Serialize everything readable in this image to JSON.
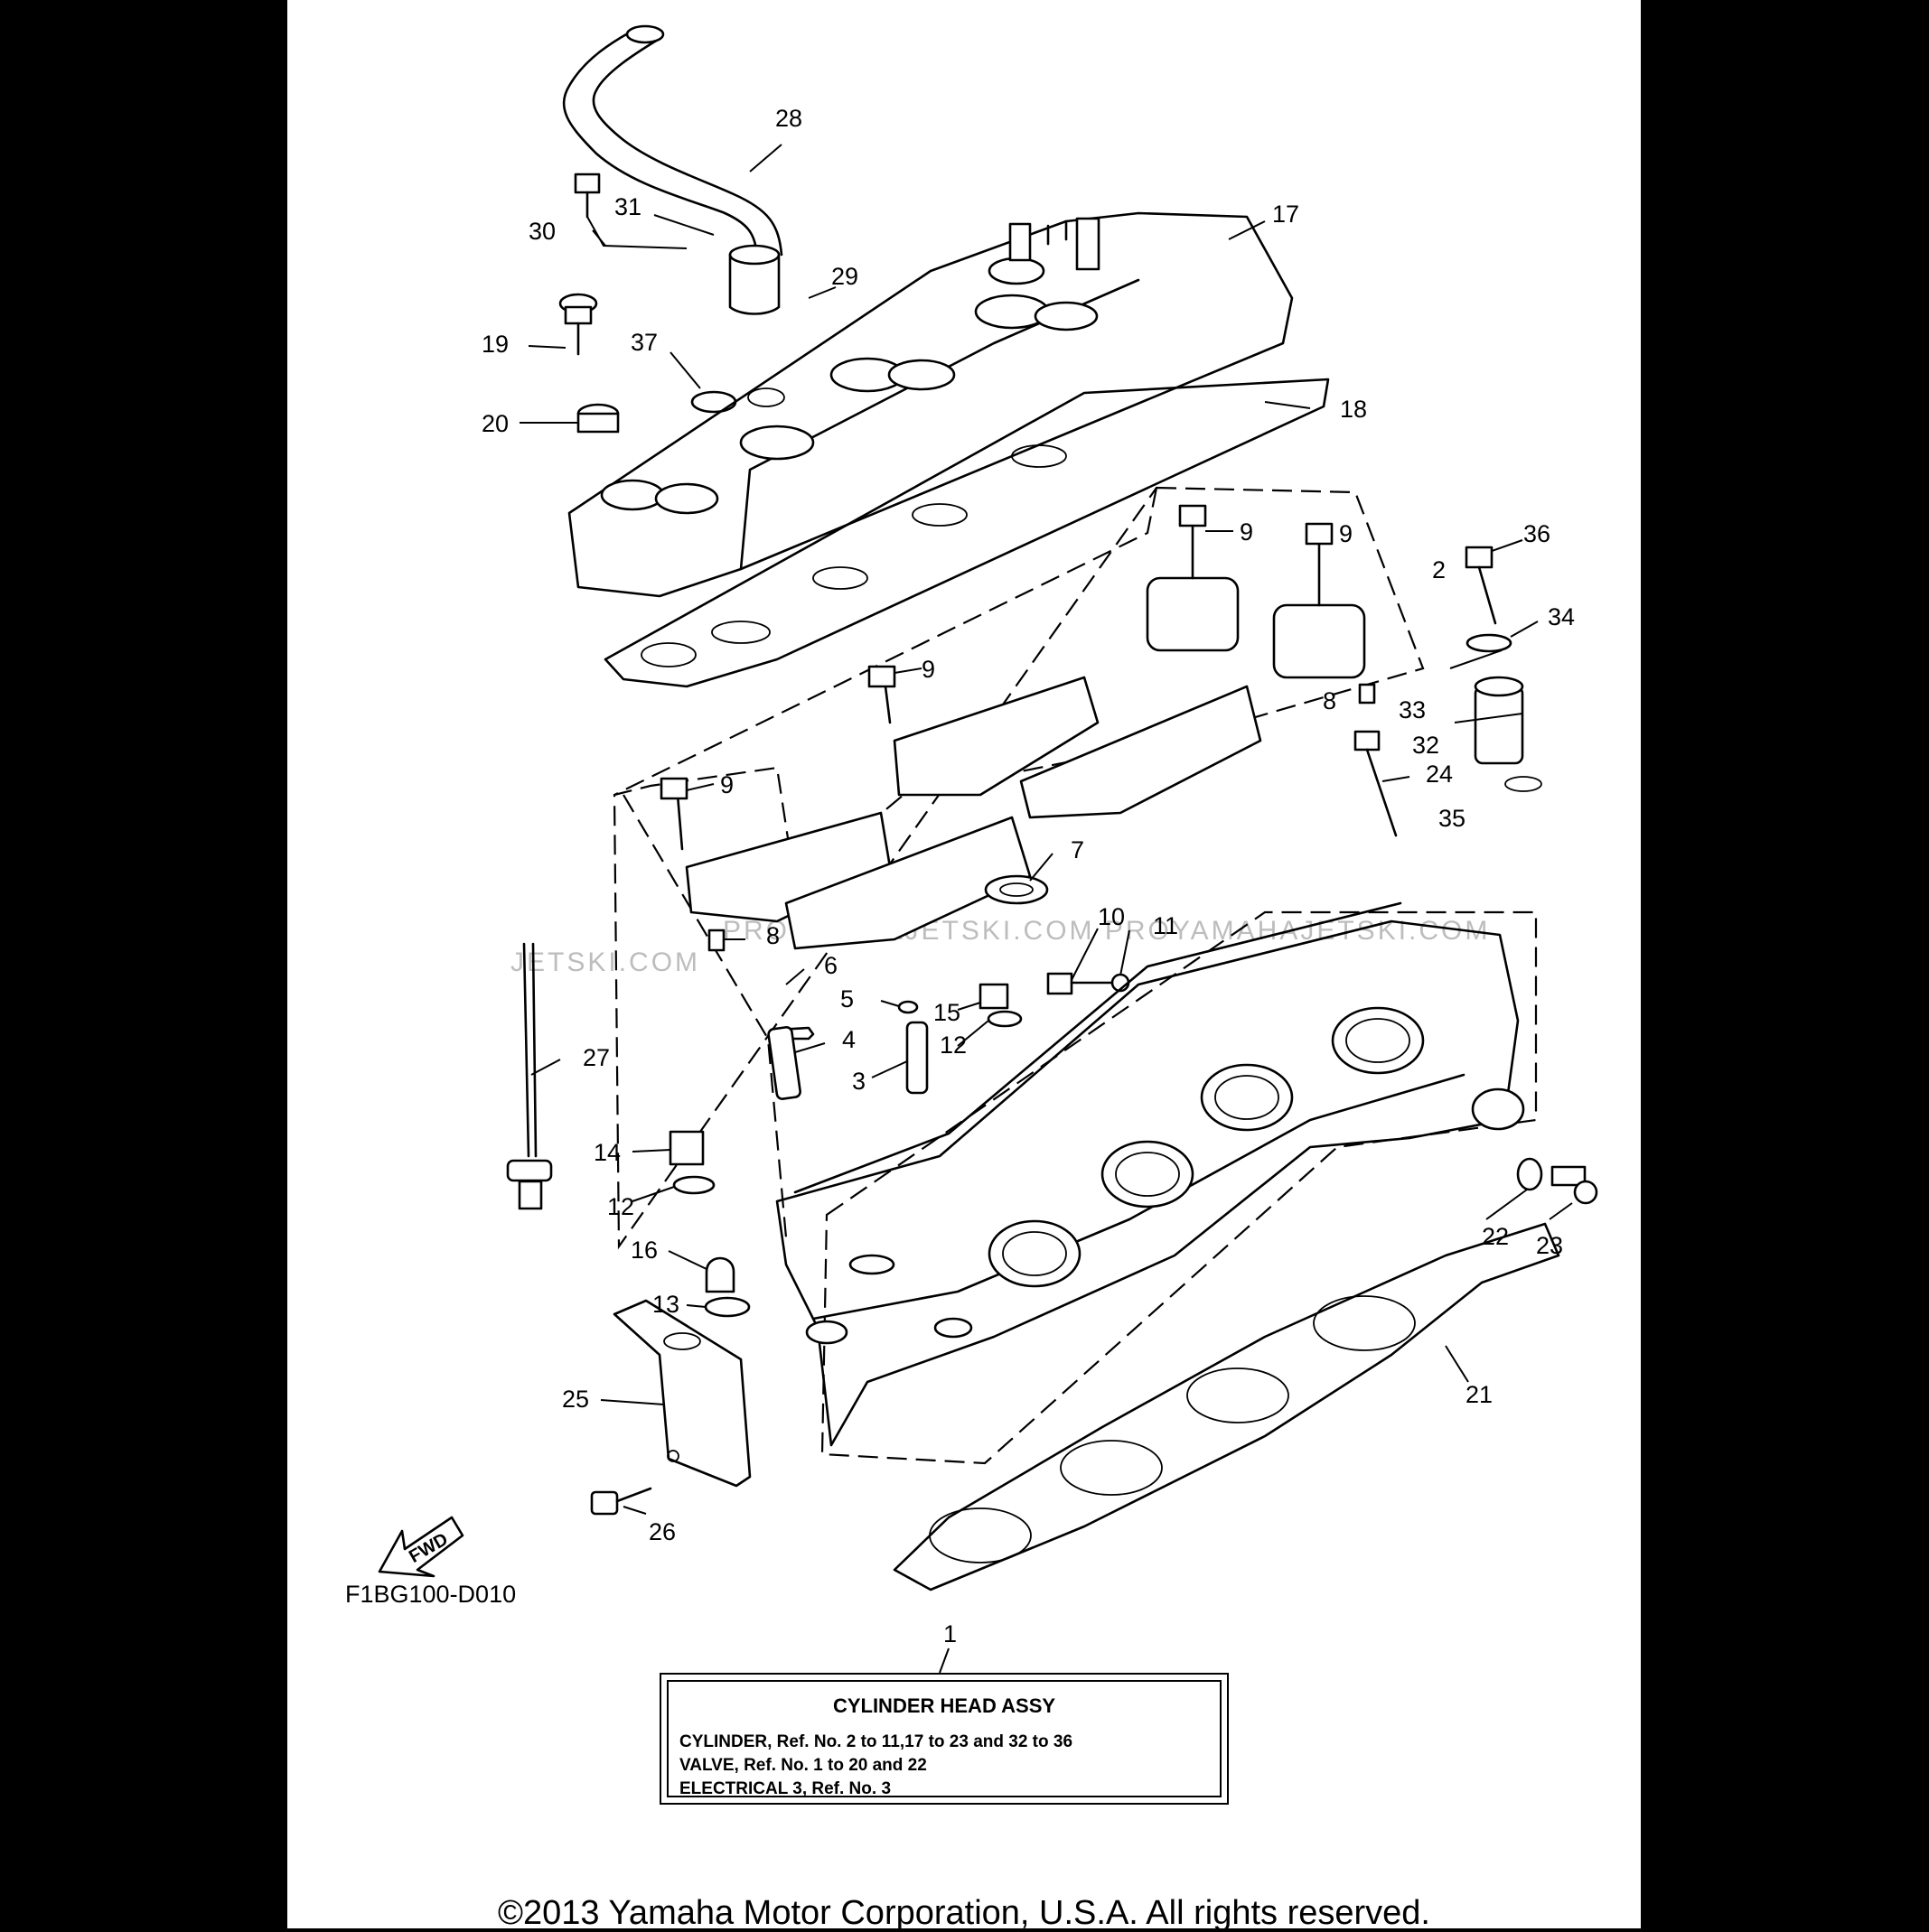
{
  "callouts": [
    {
      "id": "c28",
      "text": "28"
    },
    {
      "id": "c17",
      "text": "17"
    },
    {
      "id": "c30",
      "text": "30"
    },
    {
      "id": "c31",
      "text": "31"
    },
    {
      "id": "c29",
      "text": "29"
    },
    {
      "id": "c19",
      "text": "19"
    },
    {
      "id": "c37",
      "text": "37"
    },
    {
      "id": "c20",
      "text": "20"
    },
    {
      "id": "c18",
      "text": "18"
    },
    {
      "id": "c9a",
      "text": "9"
    },
    {
      "id": "c9b",
      "text": "9"
    },
    {
      "id": "c36",
      "text": "36"
    },
    {
      "id": "c2",
      "text": "2"
    },
    {
      "id": "c34",
      "text": "34"
    },
    {
      "id": "c9c",
      "text": "9"
    },
    {
      "id": "c8a",
      "text": "8"
    },
    {
      "id": "c33",
      "text": "33"
    },
    {
      "id": "c32",
      "text": "32"
    },
    {
      "id": "c24",
      "text": "24"
    },
    {
      "id": "c9d",
      "text": "9"
    },
    {
      "id": "c35",
      "text": "35"
    },
    {
      "id": "c7",
      "text": "7"
    },
    {
      "id": "c10",
      "text": "10"
    },
    {
      "id": "c11",
      "text": "11"
    },
    {
      "id": "c8b",
      "text": "8"
    },
    {
      "id": "c6",
      "text": "6"
    },
    {
      "id": "c5",
      "text": "5"
    },
    {
      "id": "c15",
      "text": "15"
    },
    {
      "id": "c12a",
      "text": "12"
    },
    {
      "id": "c27",
      "text": "27"
    },
    {
      "id": "c4",
      "text": "4"
    },
    {
      "id": "c3",
      "text": "3"
    },
    {
      "id": "c14",
      "text": "14"
    },
    {
      "id": "c12b",
      "text": "12"
    },
    {
      "id": "c22",
      "text": "22"
    },
    {
      "id": "c23",
      "text": "23"
    },
    {
      "id": "c16",
      "text": "16"
    },
    {
      "id": "c13",
      "text": "13"
    },
    {
      "id": "c21",
      "text": "21"
    },
    {
      "id": "c25",
      "text": "25"
    },
    {
      "id": "c26",
      "text": "26"
    },
    {
      "id": "c1",
      "text": "1"
    }
  ],
  "fwd_label": "FWD",
  "diagram_code": "F1BG100-D010",
  "watermarks": {
    "left": "JETSKI.COM",
    "center": "PROYamahaJETSKI.COM  PROYAMAHAJETSKI.COM"
  },
  "reference_box": {
    "title": "CYLINDER HEAD ASSY",
    "lines": [
      "CYLINDER, Ref. No. 2 to 11,17 to 23 and 32 to 36",
      "VALVE, Ref. No. 1 to 20 and 22",
      "ELECTRICAL 3, Ref. No. 3"
    ]
  },
  "copyright": "©2013 Yamaha Motor Corporation, U.S.A. All rights reserved."
}
